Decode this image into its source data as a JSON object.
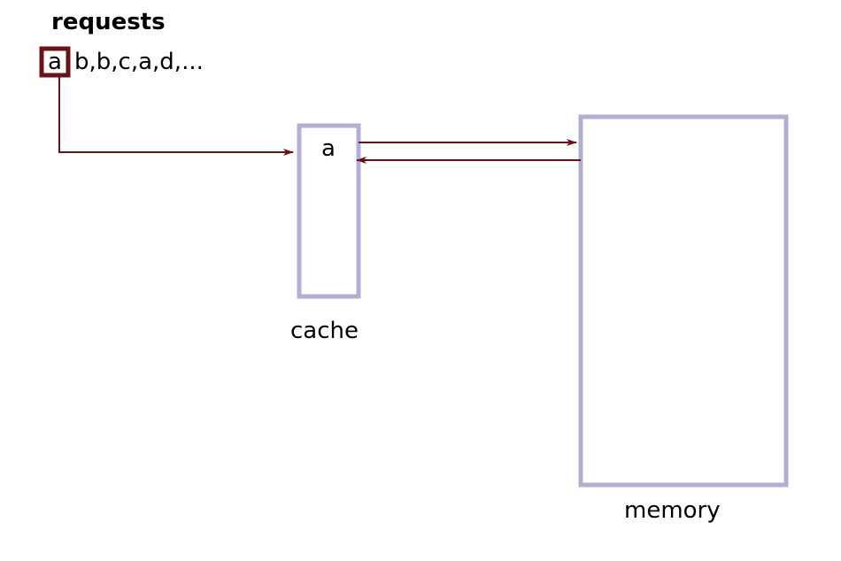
{
  "title": "requests",
  "requests": {
    "current": "a",
    "remaining": "b,b,c,a,d,..."
  },
  "cache": {
    "label": "cache",
    "item": "a"
  },
  "memory": {
    "label": "memory"
  },
  "colors": {
    "box_border": "#b0b0d4",
    "arrow": "#6b1219",
    "highlight": "#6b1219"
  }
}
